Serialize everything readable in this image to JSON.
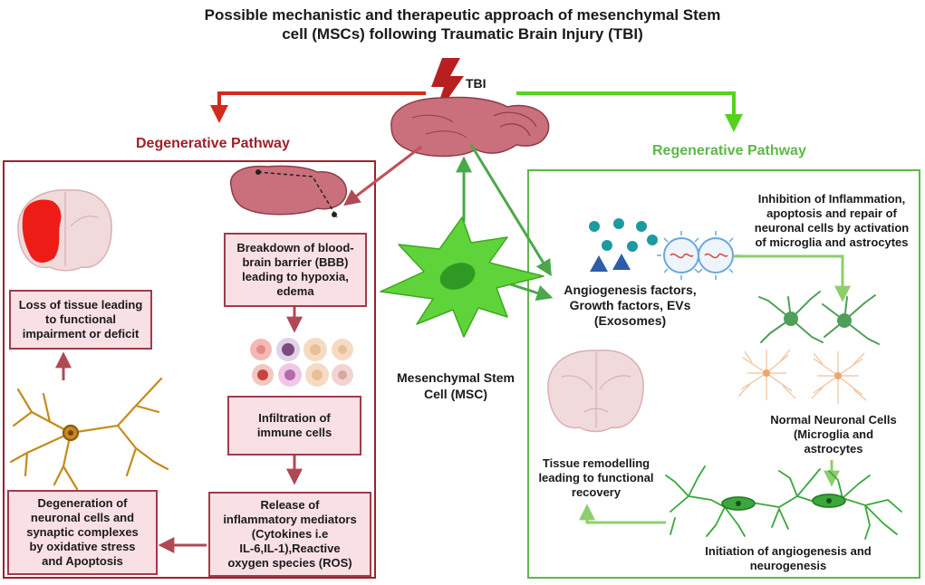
{
  "title": {
    "line1": "Possible mechanistic and therapeutic approach of mesenchymal Stem",
    "line2": "cell (MSCs)  following  Traumatic Brain Injury (TBI)"
  },
  "tbi_label": "TBI",
  "degenerative": {
    "heading": "Degenerative Pathway",
    "bbb": [
      "Breakdown of blood-",
      "brain barrier (BBB)",
      "leading to hypoxia,",
      "edema"
    ],
    "immune": [
      "Infiltration of",
      "immune cells"
    ],
    "mediators": [
      "Release of",
      "inflammatory mediators",
      "(Cytokines i.e",
      "IL-6,IL-1),Reactive",
      "oxygen species (ROS)"
    ],
    "degeneration": [
      "Degeneration of",
      "neuronal cells and",
      "synaptic complexes",
      "by oxidative stress",
      "and Apoptosis"
    ],
    "loss": [
      "Loss of tissue leading",
      "to functional",
      "impairment or deficit"
    ]
  },
  "msc": {
    "label": [
      "Mesenchymal Stem",
      "Cell (MSC)"
    ]
  },
  "regenerative": {
    "heading": "Regenerative Pathway",
    "factors": [
      "Angiogenesis factors,",
      "Growth factors, EVs",
      "(Exosomes)"
    ],
    "inhibition": [
      "Inhibition of Inflammation,",
      "apoptosis and repair of",
      "neuronal cells by activation",
      "of microglia and astrocytes"
    ],
    "normal": [
      "Normal Neuronal Cells",
      "(Microglia and",
      "astrocytes"
    ],
    "remodel": [
      "Tissue remodelling",
      "leading to functional",
      "recovery"
    ],
    "initiation": [
      "Initiation of angiogenesis and",
      "neurogenesis"
    ]
  },
  "colors": {
    "degenerative": "#a0202a",
    "regenerative": "#5db84a",
    "arrow_red": "#d42a1e",
    "arrow_green": "#56d11f",
    "box_fill": "#f9e0e4",
    "box_border": "#a23a4a"
  }
}
